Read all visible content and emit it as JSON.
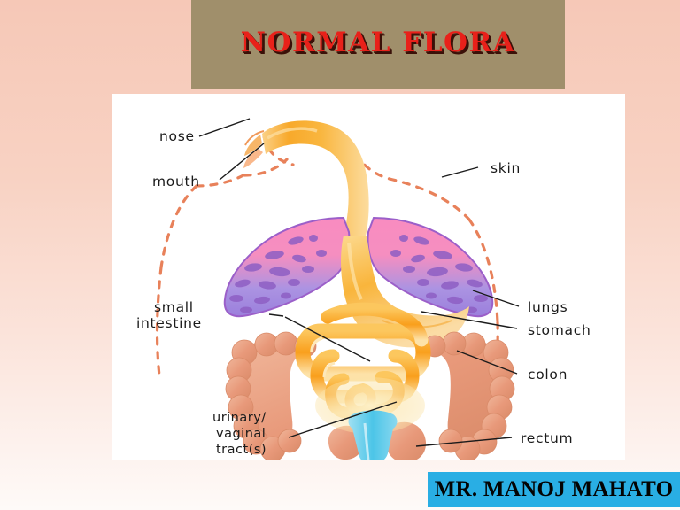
{
  "slide": {
    "title": "NORMAL FLORA",
    "title_color": "#e8211a",
    "banner_color": "#a08f6b",
    "background_top_color": "#f6c8b7",
    "background_bottom_color": "#fefaf8"
  },
  "author_bar": {
    "name": "MR. MANOJ MAHATO",
    "bar_color": "#29aee4",
    "text_color": "#030303"
  },
  "diagram": {
    "panel_color": "#ffffff",
    "labels": {
      "nose": "nose",
      "mouth": "mouth",
      "skin": "skin",
      "lungs": "lungs",
      "stomach": "stomach",
      "colon": "colon",
      "rectum": "rectum",
      "small_intestine_line1": "small",
      "small_intestine_line2": "intestine",
      "urinary_line1": "urinary/",
      "urinary_line2": "vaginal",
      "urinary_line3": "tract(s)"
    },
    "organ_colors": {
      "lung_upper": "#f58ec0",
      "lung_lower": "#a38de0",
      "lung_patch": "#8e5fc4",
      "digestive_orange": "#f6a623",
      "digestive_light": "#fbce6e",
      "colon_salmon": "#e8997a",
      "urinary_blue": "#57c8e8",
      "skin_outline": "#e8815a"
    }
  }
}
